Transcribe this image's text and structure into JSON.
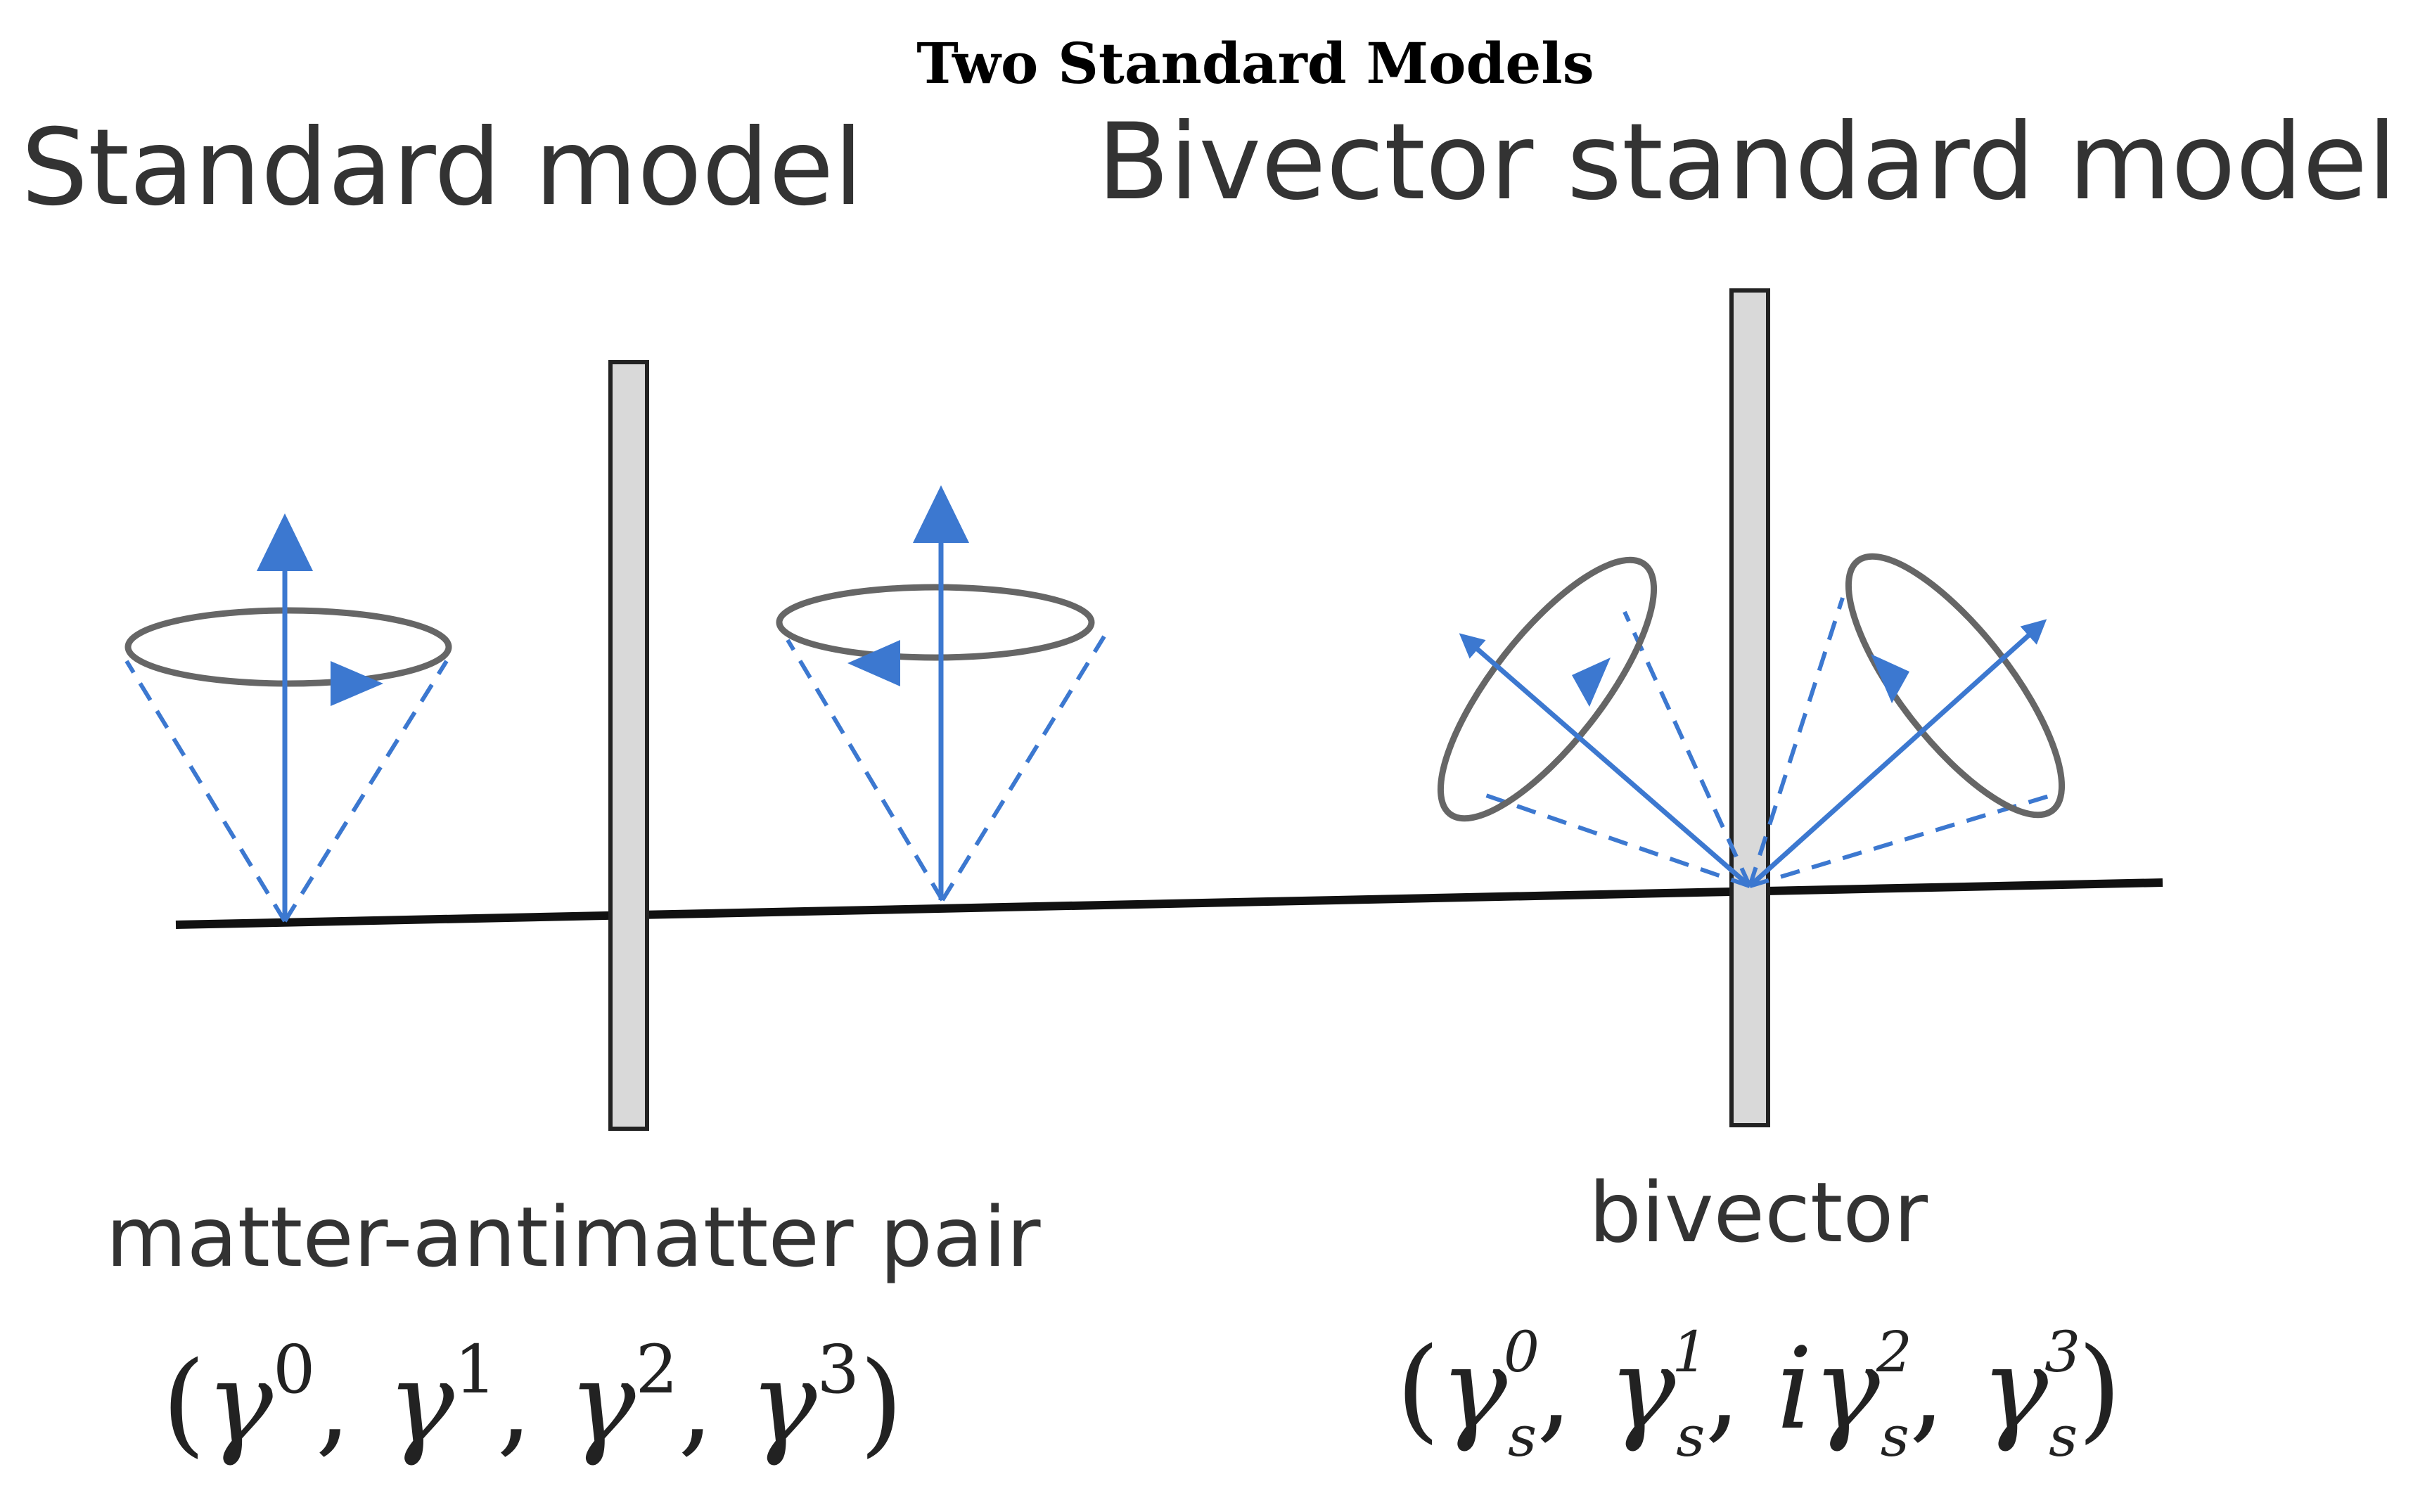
{
  "figure_title": "Two Standard Models",
  "left_panel": {
    "heading": "Standard model",
    "caption": "matter-antimatter pair",
    "formula": "(γ⁰, γ¹, γ², γ³)"
  },
  "right_panel": {
    "heading": "Bivector standard model",
    "caption": "bivector",
    "formula": "(γs⁰, γs¹, iγs², γs³)"
  },
  "colors": {
    "arrow_blue": "#3c78d0",
    "ring_gray": "#666666",
    "barrier_fill": "#d9d9d9",
    "axis_line": "#111111"
  }
}
